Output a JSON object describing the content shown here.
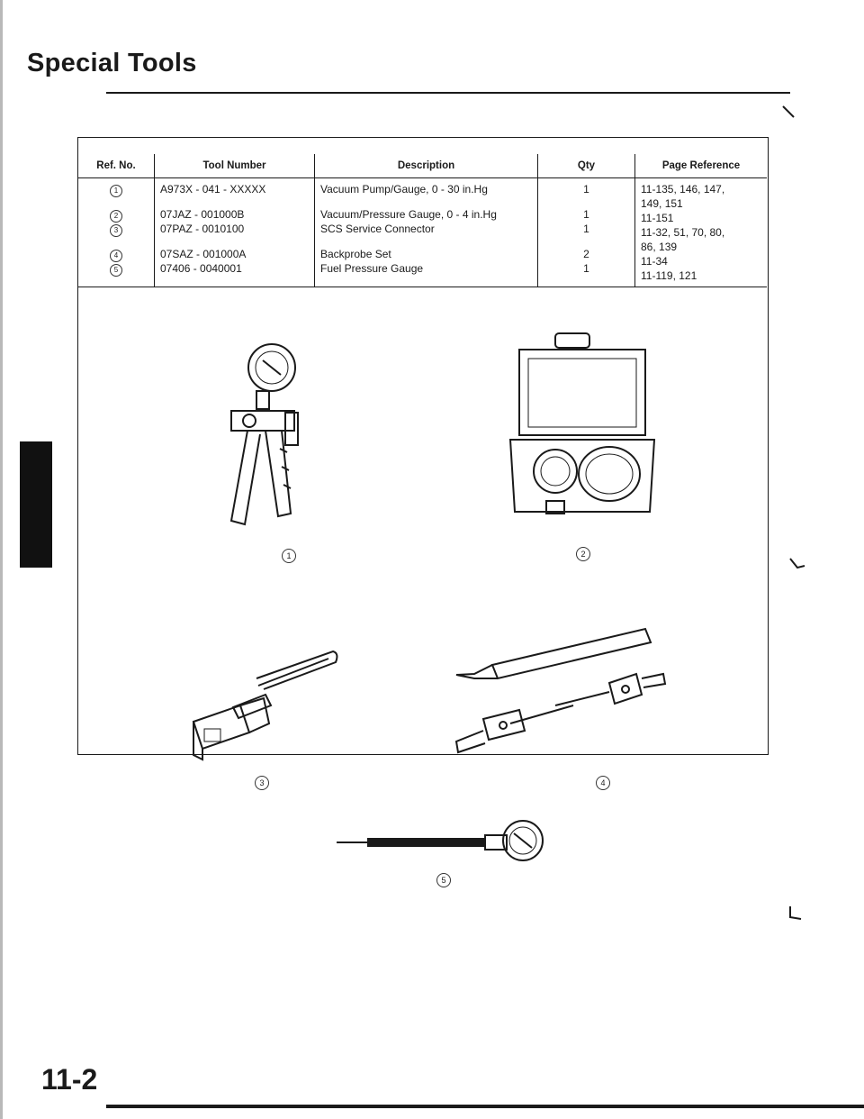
{
  "page_title": "Special Tools",
  "page_number": "11-2",
  "table": {
    "headers": {
      "ref_no": "Ref. No.",
      "tool_number": "Tool Number",
      "description": "Description",
      "qty": "Qty",
      "page_reference": "Page Reference"
    },
    "rows": [
      {
        "ref": "1",
        "tool_number": "A973X - 041 - XXXXX",
        "description": "Vacuum Pump/Gauge, 0 - 30 in.Hg",
        "qty": "1"
      },
      {
        "ref": "2",
        "tool_number": "07JAZ - 001000B",
        "description": "Vacuum/Pressure Gauge, 0 - 4 in.Hg",
        "qty": "1"
      },
      {
        "ref": "3",
        "tool_number": "07PAZ - 0010100",
        "description": "SCS Service Connector",
        "qty": "1"
      },
      {
        "ref": "4",
        "tool_number": "07SAZ - 001000A",
        "description": "Backprobe Set",
        "qty": "2"
      },
      {
        "ref": "5",
        "tool_number": "07406 - 0040001",
        "description": "Fuel Pressure Gauge",
        "qty": "1"
      }
    ],
    "page_reference_lines": [
      "11-135, 146, 147,",
      "149, 151",
      "11-151",
      "11-32, 51, 70, 80,",
      "86, 139",
      "11-34",
      "11-119, 121"
    ]
  },
  "illustrations": [
    {
      "callout": "1",
      "icon": "vacuum-pump-gauge-icon"
    },
    {
      "callout": "2",
      "icon": "vacuum-pressure-gauge-kit-icon"
    },
    {
      "callout": "3",
      "icon": "scs-service-connector-icon"
    },
    {
      "callout": "4",
      "icon": "backprobe-set-icon"
    },
    {
      "callout": "5",
      "icon": "fuel-pressure-gauge-icon"
    }
  ]
}
